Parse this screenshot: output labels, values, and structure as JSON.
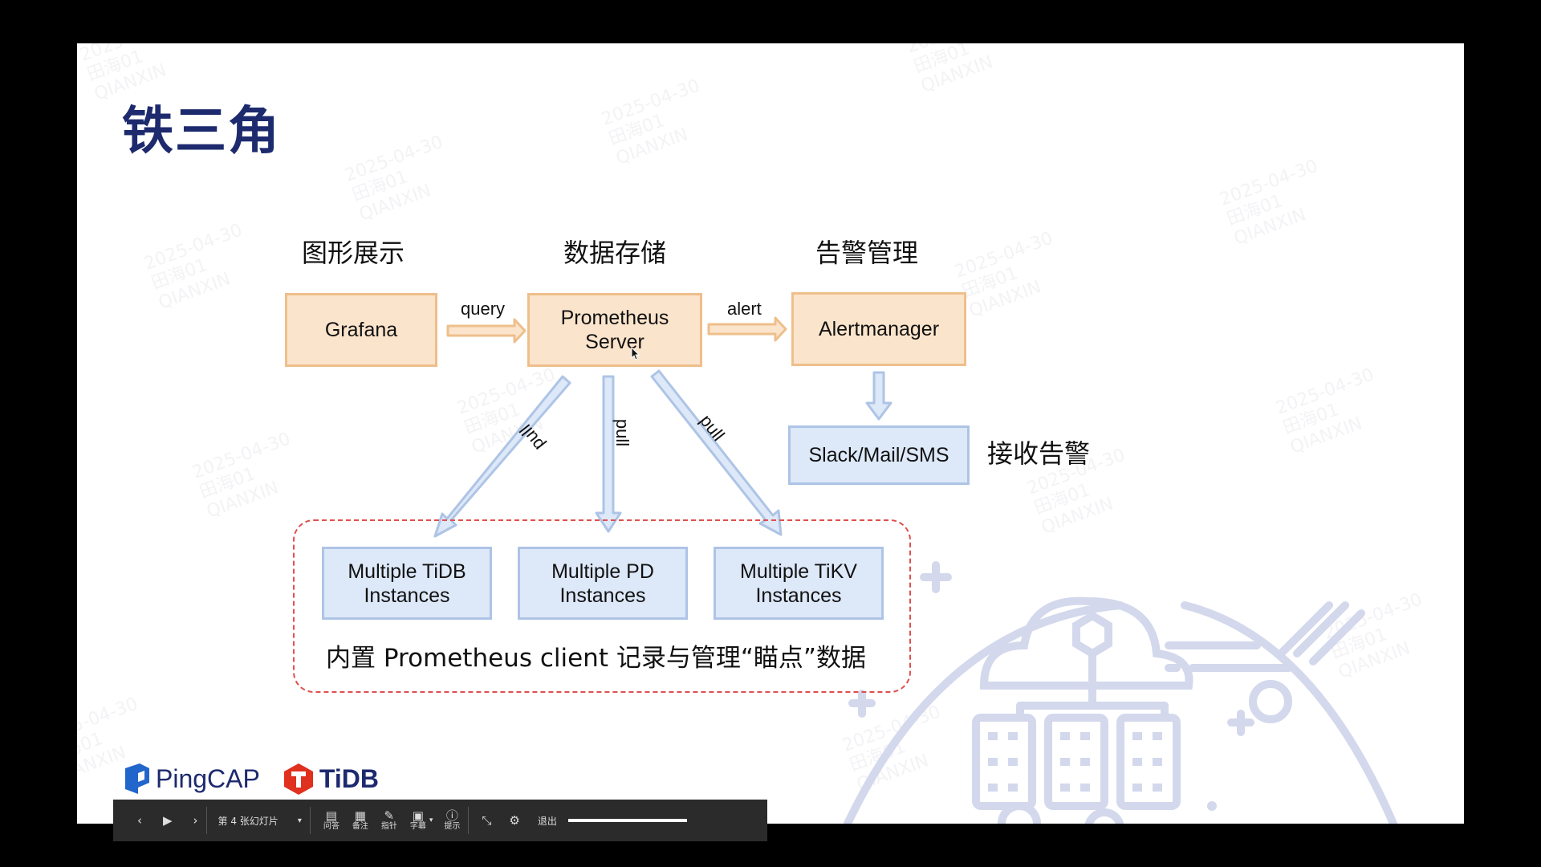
{
  "slide": {
    "title": "铁三角",
    "headers": {
      "left": "图形展示",
      "center": "数据存储",
      "right": "告警管理"
    },
    "boxes": {
      "grafana": "Grafana",
      "prometheus_line1": "Prometheus",
      "prometheus_line2": "Server",
      "alertmanager": "Alertmanager",
      "slack": "Slack/Mail/SMS",
      "tidb_line1": "Multiple TiDB",
      "tidb_line2": "Instances",
      "pd_line1": "Multiple PD",
      "pd_line2": "Instances",
      "tikv_line1": "Multiple TiKV",
      "tikv_line2": "Instances"
    },
    "arrow_labels": {
      "query": "query",
      "alert": "alert",
      "pull": "pull"
    },
    "receive_label": "接收告警",
    "caption": "内置 Prometheus client 记录与管理“瞄点”数据",
    "logos": {
      "pingcap": "PingCAP",
      "tidb": "TiDB"
    },
    "watermark": {
      "date": "2025-04-30",
      "user": "田海01",
      "org": "QIANXIN"
    },
    "colors": {
      "title": "#1d2a6e",
      "orange_fill": "#fbe4cc",
      "blue_fill": "#dde8f8",
      "dashed_border": "#e05050"
    }
  },
  "toolbar": {
    "slide_label": "第 4 张幻灯片",
    "qa": "问答",
    "notes": "备注",
    "pointer": "指针",
    "subtitles": "字幕",
    "tips": "提示",
    "exit": "退出",
    "icons": [
      "prev-icon",
      "play-icon",
      "next-icon",
      "chevron-down-icon",
      "chat-icon",
      "notes-icon",
      "pointer-icon",
      "cc-icon",
      "info-icon",
      "collapse-icon",
      "gear-icon"
    ]
  }
}
